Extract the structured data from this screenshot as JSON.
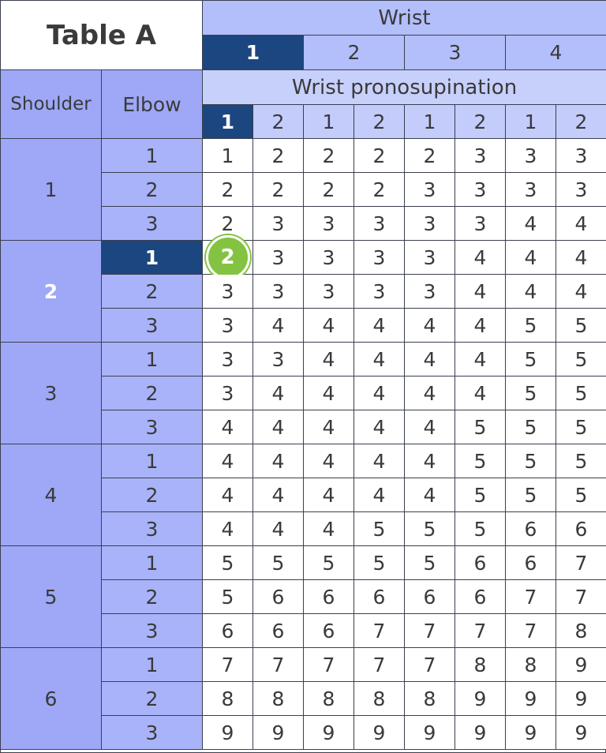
{
  "title": "Table A",
  "headers": {
    "wrist": "Wrist",
    "wrist_pronosupination": "Wrist pronosupination",
    "shoulder": "Shoulder",
    "elbow": "Elbow"
  },
  "wrist_values": [
    "1",
    "2",
    "3",
    "4"
  ],
  "pronosupination_values": [
    "1",
    "2",
    "1",
    "2",
    "1",
    "2",
    "1",
    "2"
  ],
  "selected": {
    "shoulder": "2",
    "elbow": "1",
    "wrist": "1",
    "pronosupination": "1",
    "score": "2"
  },
  "colors": {
    "selected": "#1c4680",
    "marker": "#84c341"
  },
  "rows": [
    {
      "shoulder": "1",
      "elbow": "1",
      "values": [
        "1",
        "2",
        "2",
        "2",
        "2",
        "3",
        "3",
        "3"
      ]
    },
    {
      "shoulder": "1",
      "elbow": "2",
      "values": [
        "2",
        "2",
        "2",
        "2",
        "3",
        "3",
        "3",
        "3"
      ]
    },
    {
      "shoulder": "1",
      "elbow": "3",
      "values": [
        "2",
        "3",
        "3",
        "3",
        "3",
        "3",
        "4",
        "4"
      ]
    },
    {
      "shoulder": "2",
      "elbow": "1",
      "values": [
        "2",
        "3",
        "3",
        "3",
        "3",
        "4",
        "4",
        "4"
      ]
    },
    {
      "shoulder": "2",
      "elbow": "2",
      "values": [
        "3",
        "3",
        "3",
        "3",
        "3",
        "4",
        "4",
        "4"
      ]
    },
    {
      "shoulder": "2",
      "elbow": "3",
      "values": [
        "3",
        "4",
        "4",
        "4",
        "4",
        "4",
        "5",
        "5"
      ]
    },
    {
      "shoulder": "3",
      "elbow": "1",
      "values": [
        "3",
        "3",
        "4",
        "4",
        "4",
        "4",
        "5",
        "5"
      ]
    },
    {
      "shoulder": "3",
      "elbow": "2",
      "values": [
        "3",
        "4",
        "4",
        "4",
        "4",
        "4",
        "5",
        "5"
      ]
    },
    {
      "shoulder": "3",
      "elbow": "3",
      "values": [
        "4",
        "4",
        "4",
        "4",
        "4",
        "5",
        "5",
        "5"
      ]
    },
    {
      "shoulder": "4",
      "elbow": "1",
      "values": [
        "4",
        "4",
        "4",
        "4",
        "4",
        "5",
        "5",
        "5"
      ]
    },
    {
      "shoulder": "4",
      "elbow": "2",
      "values": [
        "4",
        "4",
        "4",
        "4",
        "4",
        "5",
        "5",
        "5"
      ]
    },
    {
      "shoulder": "4",
      "elbow": "3",
      "values": [
        "4",
        "4",
        "4",
        "5",
        "5",
        "5",
        "6",
        "6"
      ]
    },
    {
      "shoulder": "5",
      "elbow": "1",
      "values": [
        "5",
        "5",
        "5",
        "5",
        "5",
        "6",
        "6",
        "7"
      ]
    },
    {
      "shoulder": "5",
      "elbow": "2",
      "values": [
        "5",
        "6",
        "6",
        "6",
        "6",
        "6",
        "7",
        "7"
      ]
    },
    {
      "shoulder": "5",
      "elbow": "3",
      "values": [
        "6",
        "6",
        "6",
        "7",
        "7",
        "7",
        "7",
        "8"
      ]
    },
    {
      "shoulder": "6",
      "elbow": "1",
      "values": [
        "7",
        "7",
        "7",
        "7",
        "7",
        "8",
        "8",
        "9"
      ]
    },
    {
      "shoulder": "6",
      "elbow": "2",
      "values": [
        "8",
        "8",
        "8",
        "8",
        "8",
        "9",
        "9",
        "9"
      ]
    },
    {
      "shoulder": "6",
      "elbow": "3",
      "values": [
        "9",
        "9",
        "9",
        "9",
        "9",
        "9",
        "9",
        "9"
      ]
    }
  ]
}
